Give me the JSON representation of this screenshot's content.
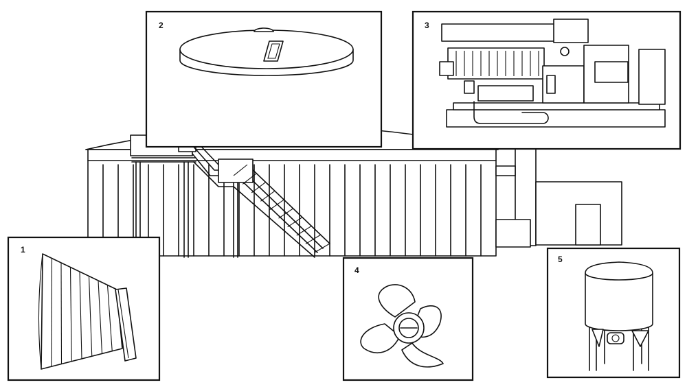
{
  "panels": [
    {
      "number": "1",
      "icon": "wall-panel-icon"
    },
    {
      "number": "2",
      "icon": "cover-lid-icon"
    },
    {
      "number": "3",
      "icon": "engine-generator-icon"
    },
    {
      "number": "4",
      "icon": "propeller-mixer-icon"
    },
    {
      "number": "5",
      "icon": "storage-tank-icon"
    }
  ],
  "colors": {
    "line": "#111111",
    "background": "#ffffff"
  }
}
